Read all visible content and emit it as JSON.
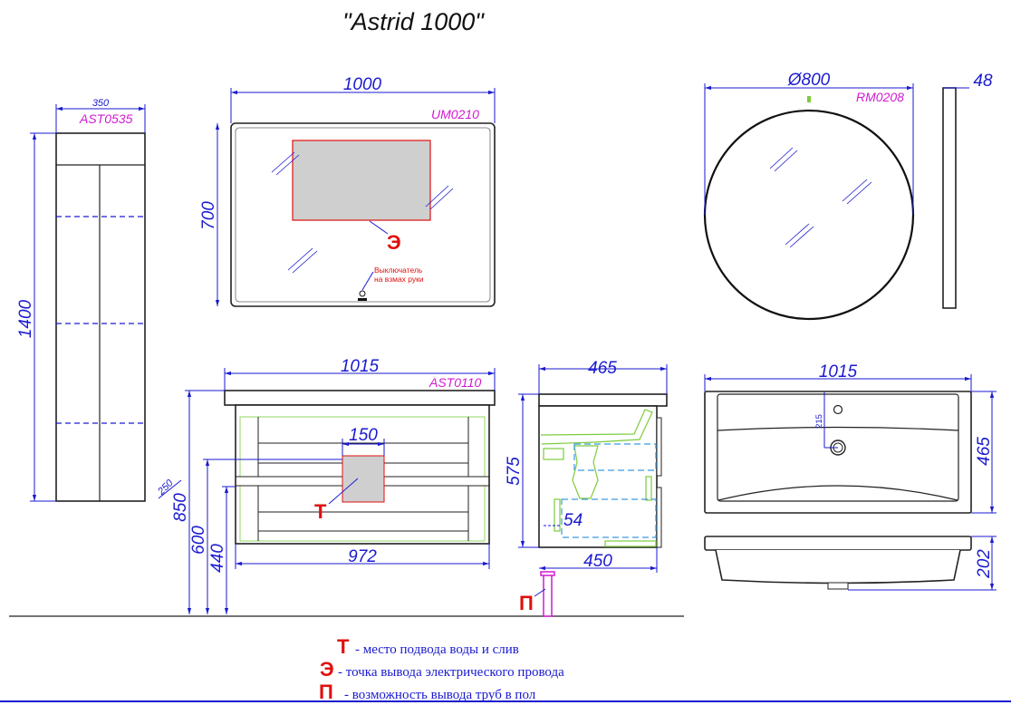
{
  "title": "\"Astrid 1000\"",
  "tall_cabinet": {
    "model": "AST0535",
    "width": "350",
    "height": "1400"
  },
  "mirror_rect": {
    "model": "UM0210",
    "width": "1000",
    "height": "700",
    "electric_marker": "Э",
    "switch_note_line1": "Выключатель",
    "switch_note_line2": "на взмах руки"
  },
  "mirror_round": {
    "model": "RM0208",
    "diameter": "Ø800",
    "depth": "48"
  },
  "vanity_front": {
    "model": "AST0110",
    "width": "1015",
    "inner_width": "972",
    "square_size": "150",
    "height_total": "850",
    "height_600": "600",
    "height_440": "440",
    "offset_250": "250",
    "water_marker": "Т"
  },
  "vanity_side": {
    "depth": "465",
    "height": "575",
    "inner_depth": "450",
    "offset": "54",
    "pipe_marker": "П"
  },
  "sink": {
    "width": "1015",
    "depth": "465",
    "tap_offset": "215",
    "height": "202"
  },
  "legend": [
    {
      "marker": "Т",
      "text": "- место подвода воды и слив"
    },
    {
      "marker": "Э",
      "text": "-  точка вывода электрического провода"
    },
    {
      "marker": "П",
      "text": "- возможность вывода труб в пол"
    }
  ],
  "colors": {
    "dimension": "#1a1ad0",
    "model": "#d21ad2",
    "marker": "#e01010"
  }
}
